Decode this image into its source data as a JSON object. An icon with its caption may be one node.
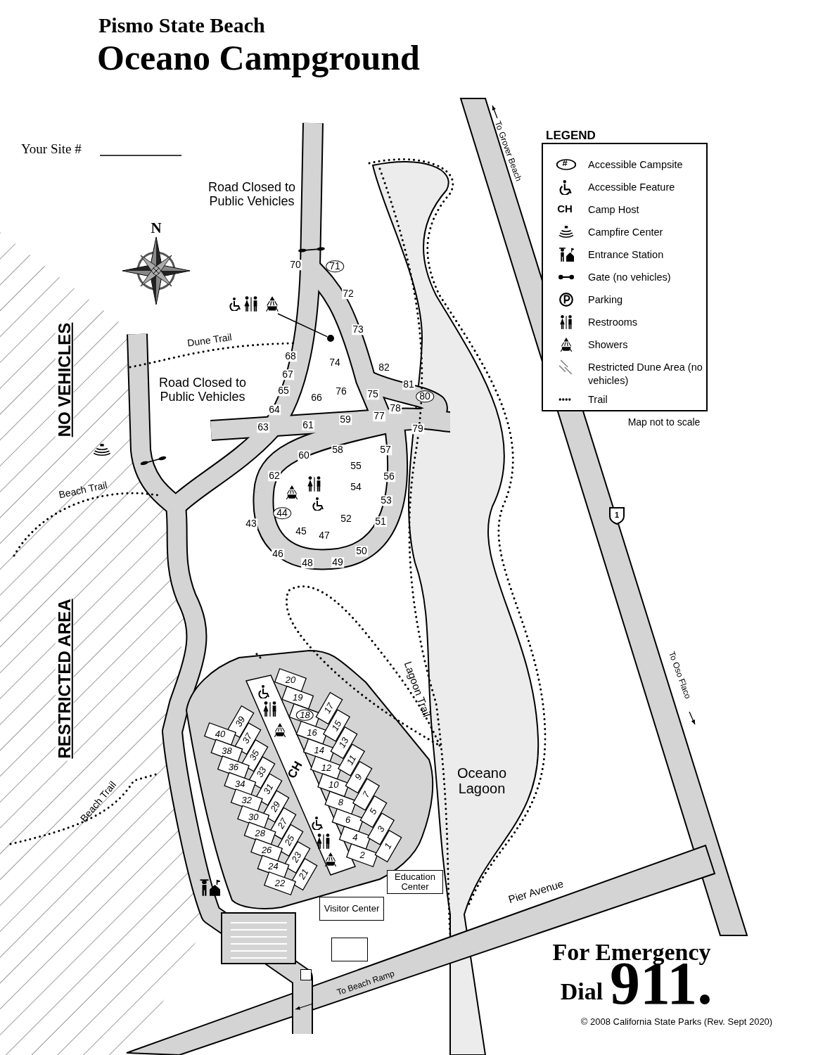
{
  "diagram": {
    "title": "Oceano Campground",
    "nodes": [
      {
        "text": [
          "Visitor Center"
        ]
      },
      {
        "text": [
          "Education Center"
        ]
      },
      {
        "text": [],
        "shape": "picture"
      },
      {
        "text": [],
        "shape": "circle"
      },
      {
        "text": [],
        "shape": "box"
      },
      {
        "text": [],
        "shape": "box"
      }
    ],
    "edges": [
      {
        "from": 2,
        "to": 3,
        "arrow": "none"
      }
    ],
    "labels": [
      "Pismo State Beach",
      "Your Site #",
      "Road Closed to Public Vehicles",
      "N",
      "NO VEHICLES",
      "Dune Trail",
      "Road Closed to Public Vehicles",
      "Beach Trail",
      "RESTRICTED AREA",
      "Beach Trail",
      "70",
      "71",
      "72",
      "73",
      "68",
      "74",
      "82",
      "67",
      "81",
      "65",
      "66",
      "76",
      "75",
      "80",
      "64",
      "59",
      "77",
      "78",
      "63",
      "61",
      "79",
      "60",
      "58",
      "57",
      "55",
      "62",
      "56",
      "54",
      "53",
      "43",
      "44",
      "52",
      "51",
      "45",
      "47",
      "46",
      "48",
      "49",
      "50",
      "20",
      "19",
      "18",
      "16",
      "14",
      "12",
      "10",
      "8",
      "6",
      "4",
      "2",
      "17",
      "15",
      "13",
      "11",
      "9",
      "7",
      "5",
      "3",
      "1",
      "39",
      "37",
      "35",
      "33",
      "31",
      "29",
      "27",
      "25",
      "23",
      "21",
      "40",
      "38",
      "36",
      "34",
      "32",
      "30",
      "28",
      "26",
      "24",
      "22",
      "CH",
      "Lagoon Trail",
      "Oceano Lagoon",
      "To Grover Beach",
      "1",
      "To Oso Flaco",
      "Pier Avenue",
      "To Beach Ramp",
      "LEGEND",
      "#",
      "CH",
      "Map not to scale",
      "For Emergency",
      "Dial",
      "911.",
      "© 2008 California State Parks (Rev. Sept 2020)"
    ],
    "legend": [
      {
        "text": "Accessible Campsite"
      },
      {
        "text": "Accessible Feature"
      },
      {
        "text": "Camp Host"
      },
      {
        "text": "Campfire Center"
      },
      {
        "text": "Entrance Station"
      },
      {
        "text": "Gate (no vehicles)"
      },
      {
        "text": "Parking"
      },
      {
        "text": "Restrooms"
      },
      {
        "text": "Showers"
      },
      {
        "text": "Restricted Dune Area (no vehicles)"
      },
      {
        "text": "Trail"
      }
    ]
  }
}
